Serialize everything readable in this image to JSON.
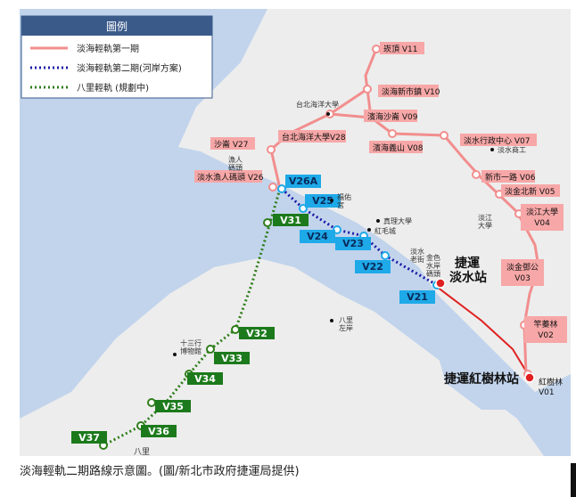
{
  "legend": {
    "title": "圖例",
    "items": [
      {
        "label": "淡海輕軌第一期",
        "style": "phase1"
      },
      {
        "label": "淡海輕軌第二期(河岸方案)",
        "style": "phase2"
      },
      {
        "label": "八里輕軌 (規劃中)",
        "style": "bali"
      }
    ]
  },
  "colors": {
    "sea": "#c2d4ec",
    "land": "#ededed",
    "phase1_line": "#f28e8e",
    "phase1_label_bg": "#f7a7a7",
    "phase2_line": "#1a1aa8",
    "phase2_label_bg": "#1ea9e8",
    "bali_line": "#2e7d1a",
    "bali_label_bg": "#1c7a1c",
    "mrt_line": "#e02020"
  },
  "phase1_stations": [
    {
      "code": "V11",
      "name": "崁頂"
    },
    {
      "code": "V10",
      "name": "淡海新市鎮"
    },
    {
      "code": "V09",
      "name": "濱海沙崙"
    },
    {
      "code": "V08",
      "name": "濱海義山"
    },
    {
      "code": "V28",
      "name": "台北海洋大學"
    },
    {
      "code": "V27",
      "name": "沙崙"
    },
    {
      "code": "V26",
      "name": "淡水漁人碼頭"
    },
    {
      "code": "V07",
      "name": "淡水行政中心"
    },
    {
      "code": "V06",
      "name": "新市一路"
    },
    {
      "code": "V05",
      "name": "淡金北新"
    },
    {
      "code": "V04",
      "name": "淡江大學"
    },
    {
      "code": "V03",
      "name": "淡金鄧公"
    },
    {
      "code": "V02",
      "name": "竿蓁林"
    },
    {
      "code": "V01",
      "name": "紅樹林"
    }
  ],
  "phase2_stations": [
    "V26A",
    "V25",
    "V24",
    "V23",
    "V22",
    "V21"
  ],
  "bali_stations": [
    "V31",
    "V32",
    "V33",
    "V34",
    "V35",
    "V36",
    "V37"
  ],
  "mrt_stations": {
    "tamsui": "捷運\n淡水站",
    "hongshulin": "捷運紅樹林站"
  },
  "landmarks": {
    "taipei_ocean_univ": "台北海洋大學",
    "fishermans_wharf": "漁人\n碼頭",
    "fort_santo": "福佑\n宮",
    "red_castle": "紅毛城",
    "aletheia": "真理大學",
    "tamkang": "淡江\n大學",
    "tamsui_old_street": "淡水\n老街",
    "golden_coast": "金色\n水岸\n碼頭",
    "bali_left_bank": "八里\n左岸",
    "shihsanhang": "十三行\n博物館",
    "tamsui_industrial": "淡水商工",
    "bali": "八里"
  },
  "caption": "淡海輕軌二期路線示意圖。(圖/新北市政府捷運局提供)"
}
